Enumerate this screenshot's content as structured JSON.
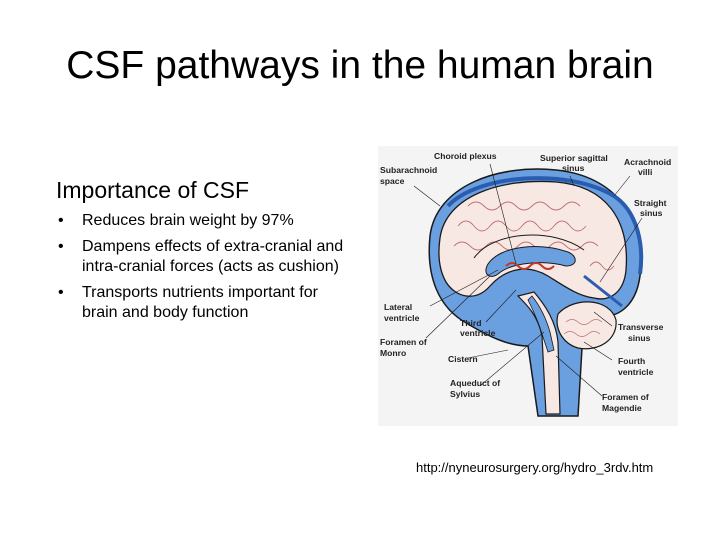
{
  "title": "CSF pathways in the human brain",
  "section": {
    "heading": "Importance of CSF",
    "bullet_glyph": "•",
    "bullets": [
      "Reduces brain weight by 97%",
      "Dampens effects of extra-cranial and intra-cranial forces (acts as cushion)",
      "Transports nutrients important for brain and body function"
    ]
  },
  "diagram": {
    "labels": {
      "choroid": "Choroid plexus",
      "sup1": "Superior sagittal",
      "sup2": "sinus",
      "arach1": "Acrachnoid",
      "arach2": "villi",
      "sub1": "Subarachnoid",
      "sub2": "space",
      "str1": "Straight",
      "str2": "sinus",
      "lat1": "Lateral",
      "lat2": "ventricle",
      "third1": "Third",
      "third2": "ventricle",
      "fm1": "Foramen of",
      "fm2": "Monro",
      "trans1": "Transverse",
      "trans2": "sinus",
      "cistern": "Cistern",
      "fourth1": "Fourth",
      "fourth2": "ventricle",
      "aq1": "Aqueduct of",
      "aq2": "Sylvius",
      "mag1": "Foramen of",
      "mag2": "Magendie"
    },
    "colors": {
      "csf": "#6a9fe0",
      "brain": "#f8e8e4",
      "outline": "#1a1a1a",
      "vessel": "#c0392b"
    }
  },
  "source_url": "http://nyneurosurgery.org/hydro_3rdv.htm"
}
